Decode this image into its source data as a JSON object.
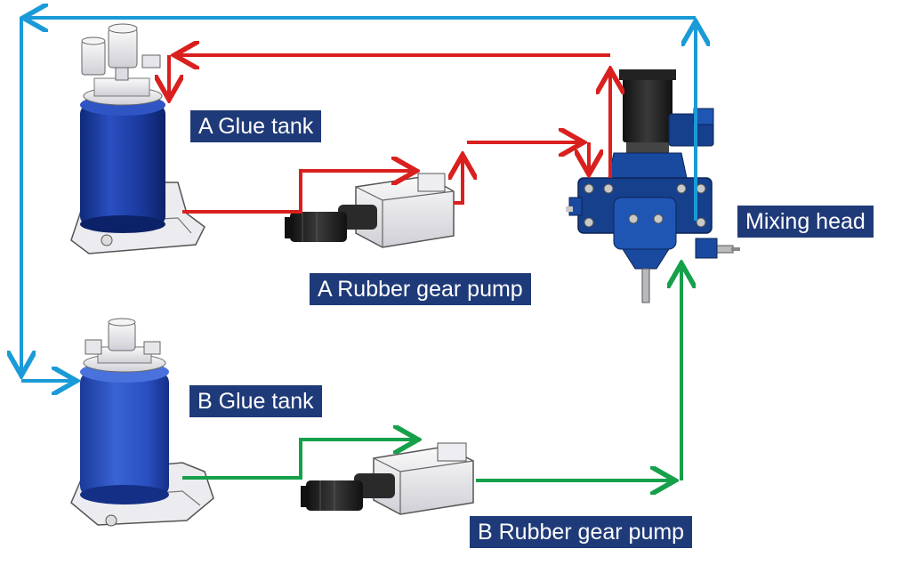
{
  "colors": {
    "label_bg": "#1f3a78",
    "label_text": "#ffffff",
    "return_line": "#1a9bd7",
    "a_line": "#d9201e",
    "b_line": "#16a04a",
    "tank_blue": "#1b3a9e",
    "mixing_head_blue": "#163f8c"
  },
  "labels": {
    "a_glue_tank": "A Glue tank",
    "a_rubber_gear_pump": "A Rubber gear pump",
    "mixing_head": "Mixing head",
    "b_glue_tank": "B Glue tank",
    "b_rubber_gear_pump": "B Rubber gear pump"
  },
  "flows": [
    {
      "from": "A Glue tank",
      "to": "A Rubber gear pump",
      "color": "red"
    },
    {
      "from": "A Rubber gear pump",
      "to": "Mixing head",
      "color": "red"
    },
    {
      "from": "Mixing head",
      "to": "A Glue tank",
      "color": "red"
    },
    {
      "from": "B Glue tank",
      "to": "B Rubber gear pump",
      "color": "green"
    },
    {
      "from": "B Rubber gear pump",
      "to": "Mixing head",
      "color": "green"
    },
    {
      "from": "Mixing head",
      "to": "B Glue tank",
      "color": "blue"
    }
  ]
}
